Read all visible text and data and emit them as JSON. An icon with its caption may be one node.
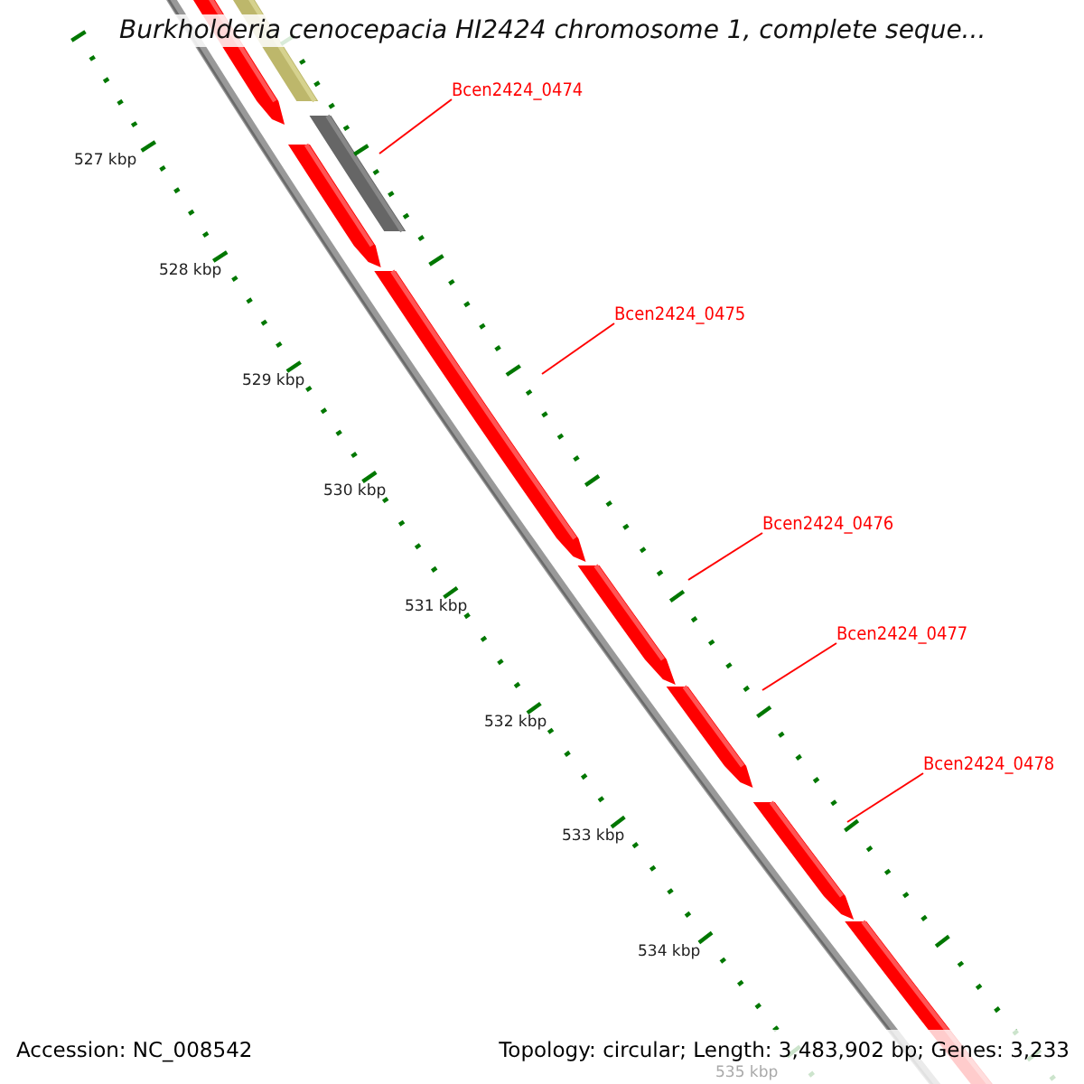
{
  "diagram": {
    "title": "Burkholderia cenocepacia HI2424 chromosome 1, complete seque...",
    "nodes": [
      {
        "text": [
          "Bcen2424_0474"
        ]
      },
      {
        "text": [
          "Bcen2424_0475"
        ]
      },
      {
        "text": [
          "Bcen2424_0476"
        ]
      },
      {
        "text": [
          "Bcen2424_0477"
        ]
      },
      {
        "text": [
          "Bcen2424_0478"
        ]
      }
    ],
    "edges": [
      {
        "from": 0,
        "to": null,
        "arrow": "none"
      },
      {
        "from": 1,
        "to": null,
        "arrow": "none"
      },
      {
        "from": 2,
        "to": null,
        "arrow": "none"
      },
      {
        "from": 3,
        "to": null,
        "arrow": "none"
      },
      {
        "from": 4,
        "to": null,
        "arrow": "none"
      }
    ],
    "labels": [
      "527 kbp",
      "528 kbp",
      "529 kbp",
      "530 kbp",
      "531 kbp",
      "532 kbp",
      "533 kbp",
      "534 kbp",
      "535 kbp",
      "Accession: NC_008542",
      "Topology: circular; Length: 3,483,902 bp; Genes: 3,233"
    ]
  }
}
